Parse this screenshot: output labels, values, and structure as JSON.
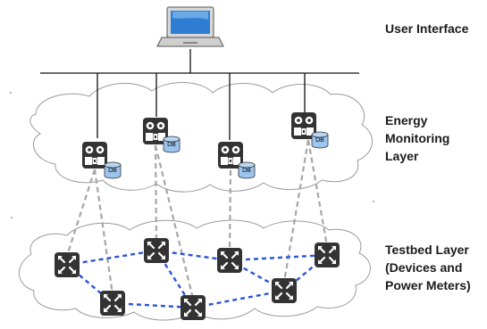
{
  "layers": {
    "user_interface": {
      "lines": [
        "User Interface"
      ]
    },
    "energy_monitoring": {
      "lines": [
        "Energy",
        "Monitoring",
        "Layer"
      ]
    },
    "testbed": {
      "lines": [
        "Testbed Layer",
        "(Devices and",
        "Power Meters)"
      ]
    }
  },
  "db_label": "DB",
  "colors": {
    "line": "#111111",
    "dashed_gray": "#a6a6a6",
    "dashed_blue": "#2a55d6",
    "cloud_stroke": "#9a9a9a",
    "node_fill": "#333333",
    "db_fill": "#9cc4ef",
    "screen_fill": "#2f7dd2"
  },
  "icons": {
    "user_terminal": "laptop-icon",
    "monitor_node": "monitor-node-icon",
    "database": "database-icon",
    "device": "switch-device-icon"
  }
}
